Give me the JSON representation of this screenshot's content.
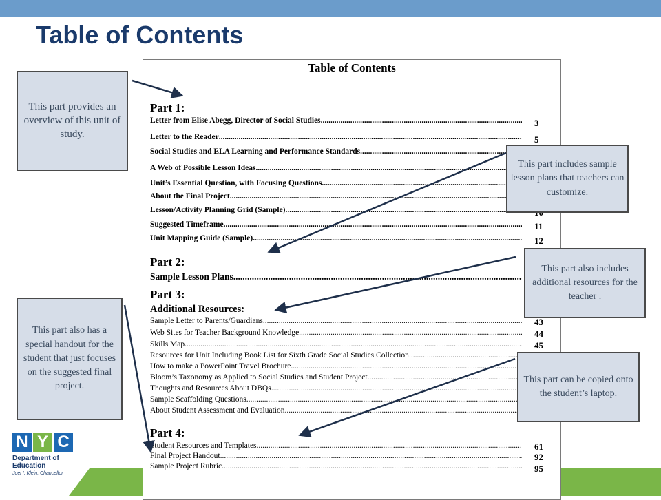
{
  "slide": {
    "title": "Table of Contents",
    "colors": {
      "top_bar": "#6b9ccb",
      "title": "#1a3a6b",
      "green_band": "#7ab648",
      "callout_bg": "#d6dde8"
    }
  },
  "logo": {
    "letters": [
      "N",
      "Y",
      "C"
    ],
    "line1": "Department of",
    "line2": "Education",
    "line3": "Joel I. Klein, Chancellor"
  },
  "document": {
    "title": "Table of Contents",
    "part1": {
      "heading": "Part 1:",
      "entries": [
        {
          "text": "Letter from Elise Abegg, Director of Social Studies",
          "page": "3"
        },
        {
          "text": "Letter to the Reader",
          "page": "5"
        },
        {
          "text": "Social Studies and ELA Learning and Performance Standards",
          "page": ""
        },
        {
          "text": "A Web of Possible Lesson Ideas",
          "page": ""
        },
        {
          "text": "Unit’s Essential Question, with Focusing Questions",
          "page": ""
        },
        {
          "text": "About the Final Project",
          "page": ""
        },
        {
          "text": "Lesson/Activity Planning Grid (Sample)",
          "page": "10"
        },
        {
          "text": "Suggested Timeframe",
          "page": "11"
        },
        {
          "text": "Unit Mapping Guide (Sample)",
          "page": "12"
        }
      ]
    },
    "part2": {
      "heading": "Part 2:",
      "entries": [
        {
          "text": "Sample Lesson Plans",
          "page": ""
        }
      ]
    },
    "part3": {
      "heading": "Part 3:",
      "subheading": "Additional Resources:",
      "entries": [
        {
          "text": "Sample Letter to Parents/Guardians",
          "page": "43"
        },
        {
          "text": "Web Sites for Teacher Background Knowledge",
          "page": "44"
        },
        {
          "text": "Skills Map",
          "page": "45"
        },
        {
          "text": "Resources for Unit Including Book List for Sixth Grade Social Studies Collection",
          "page": ""
        },
        {
          "text": "How to make a PowerPoint Travel Brochure",
          "page": ""
        },
        {
          "text": "Bloom’s Taxonomy as Applied to Social Studies and Student Project",
          "page": ""
        },
        {
          "text": "Thoughts and Resources About DBQs",
          "page": ""
        },
        {
          "text": "Sample Scaffolding Questions",
          "page": ""
        },
        {
          "text": "About Student Assessment and Evaluation",
          "page": ""
        }
      ]
    },
    "part4": {
      "heading": "Part 4:",
      "entries": [
        {
          "text": "Student Resources and Templates",
          "page": "61"
        },
        {
          "text": "Final Project Handout",
          "page": "92"
        },
        {
          "text": "Sample Project Rubric",
          "page": "95"
        }
      ]
    }
  },
  "callouts": {
    "part1": "This part provides an overview of this unit of study.",
    "part2": "This part includes sample lesson plans that teachers can customize.",
    "part3": "This part also includes additional resources for the teacher .",
    "part4_handout": "This part also has a special handout for the student that just focuses on the suggested final project.",
    "part4_laptop": "This part can be copied onto the student’s laptop."
  }
}
